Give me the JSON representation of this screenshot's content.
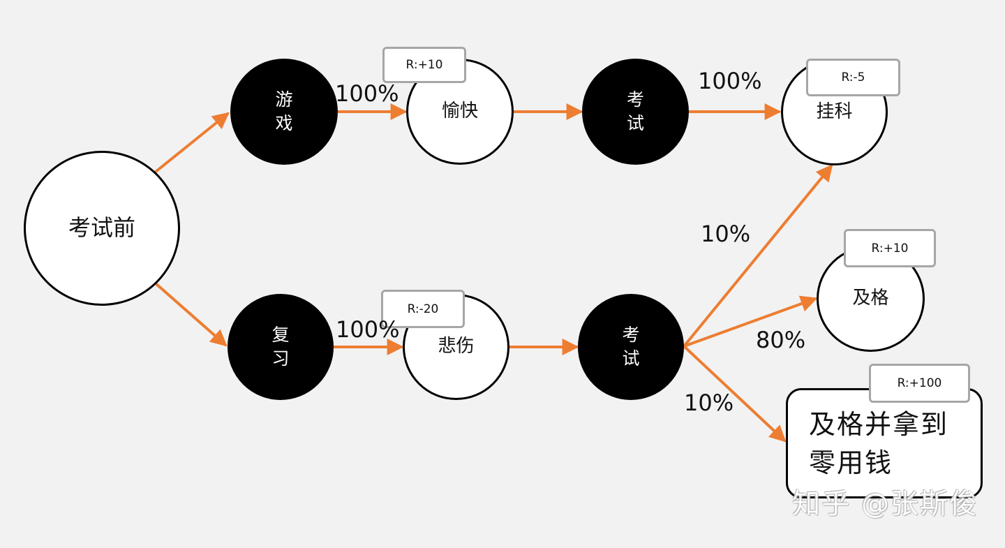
{
  "colors": {
    "background": "#f2f2f2",
    "arrow": "#ed7d31",
    "state_fill": "#ffffff",
    "action_fill": "#000000",
    "reward_border": "#a6a6a6"
  },
  "nodes": {
    "start": "考试前",
    "game": "游戏",
    "review": "复习",
    "happy": "愉快",
    "sad": "悲伤",
    "exam_top": "考试",
    "exam_bottom": "考试",
    "fail": "挂科",
    "pass": "及格",
    "pass_money": "及格并拿到零用钱"
  },
  "rewards": {
    "happy": "R:+10",
    "sad": "R:-20",
    "fail": "R:-5",
    "pass": "R:+10",
    "pass_money": "R:+100"
  },
  "probabilities": {
    "game_to_happy": "100%",
    "review_to_sad": "100%",
    "exam_top_to_fail": "100%",
    "exam_bottom_to_fail": "10%",
    "exam_bottom_to_pass": "80%",
    "exam_bottom_to_pass_money": "10%"
  },
  "watermark": "知乎 @张斯俊"
}
